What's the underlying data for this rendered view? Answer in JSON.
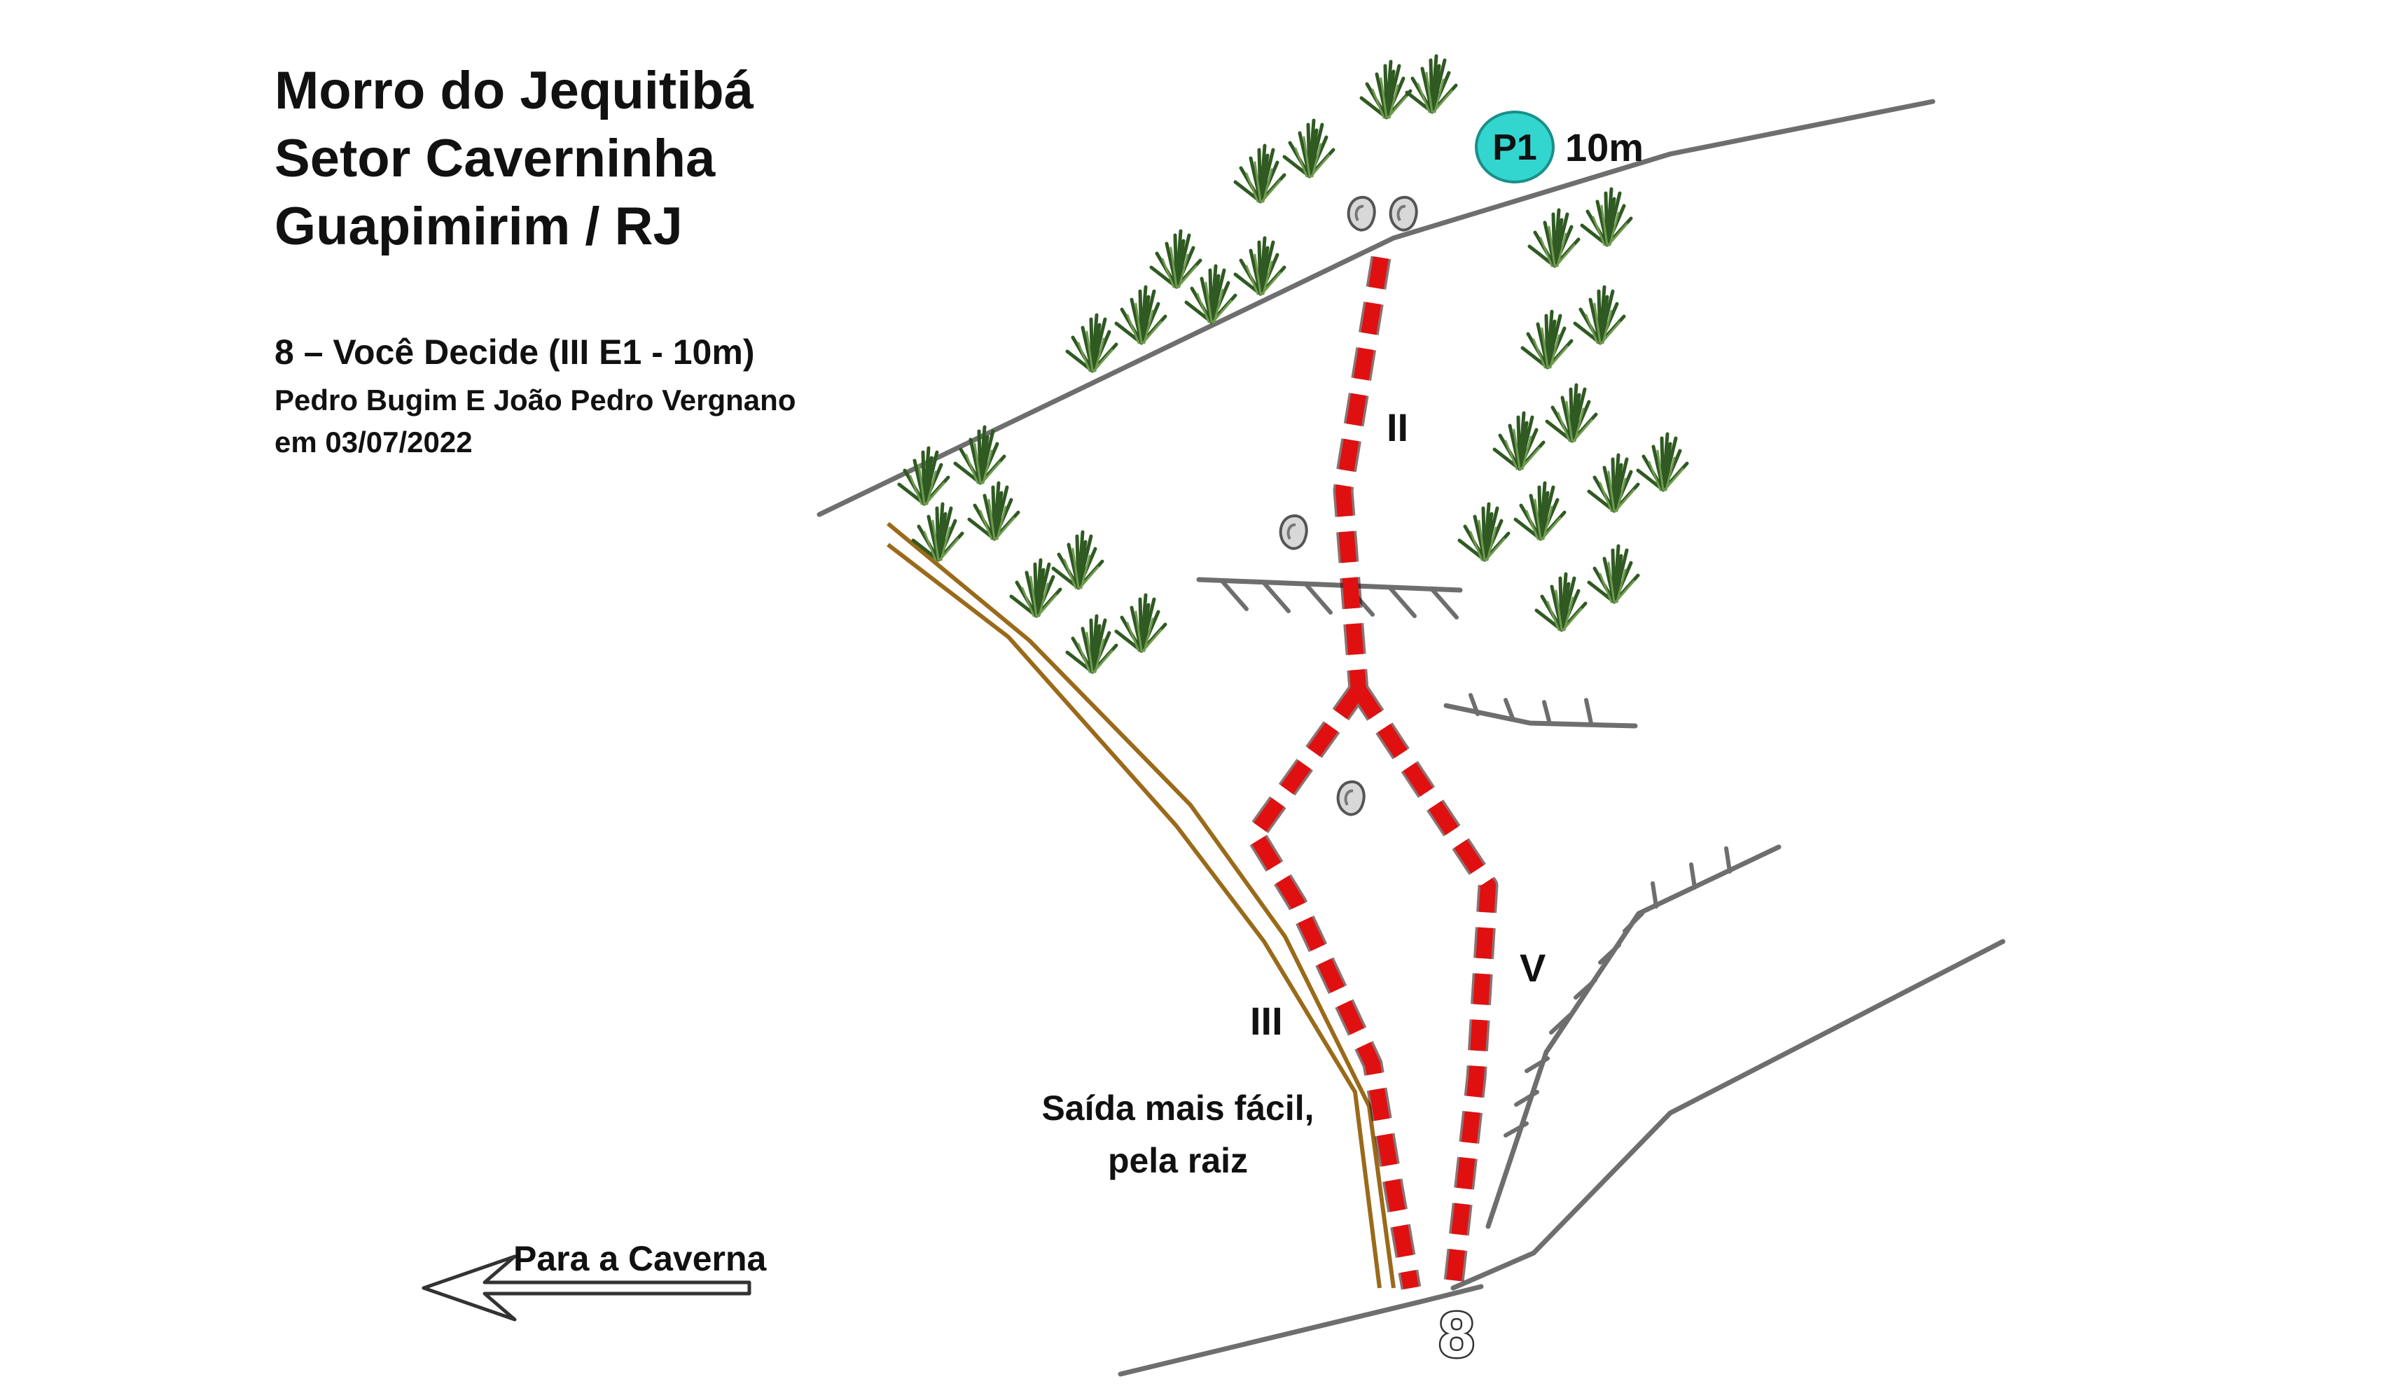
{
  "header": {
    "title": "Morro do Jequitibá",
    "sector": "Setor Caverninha",
    "location": "Guapimirim / RJ"
  },
  "route": {
    "name": "8 – Você Decide (III E1 - 10m)",
    "first_ascent": "Pedro Bugim E João Pedro Vergnano",
    "date": "em 03/07/2022",
    "number": "8"
  },
  "anchor": {
    "label": "P1",
    "height": "10m",
    "color": "#33d6cf"
  },
  "grades": {
    "upper": "II",
    "left": "III",
    "right": "V"
  },
  "annotations": {
    "easier_exit_line1": "Saída mais fácil,",
    "easier_exit_line2": "pela raiz",
    "to_cave": "Para a Caverna"
  },
  "colors": {
    "route": "#e01010",
    "rock_line": "#6e6e6e",
    "root": "#9a6a1a",
    "vegetation": "#2f5a22"
  }
}
